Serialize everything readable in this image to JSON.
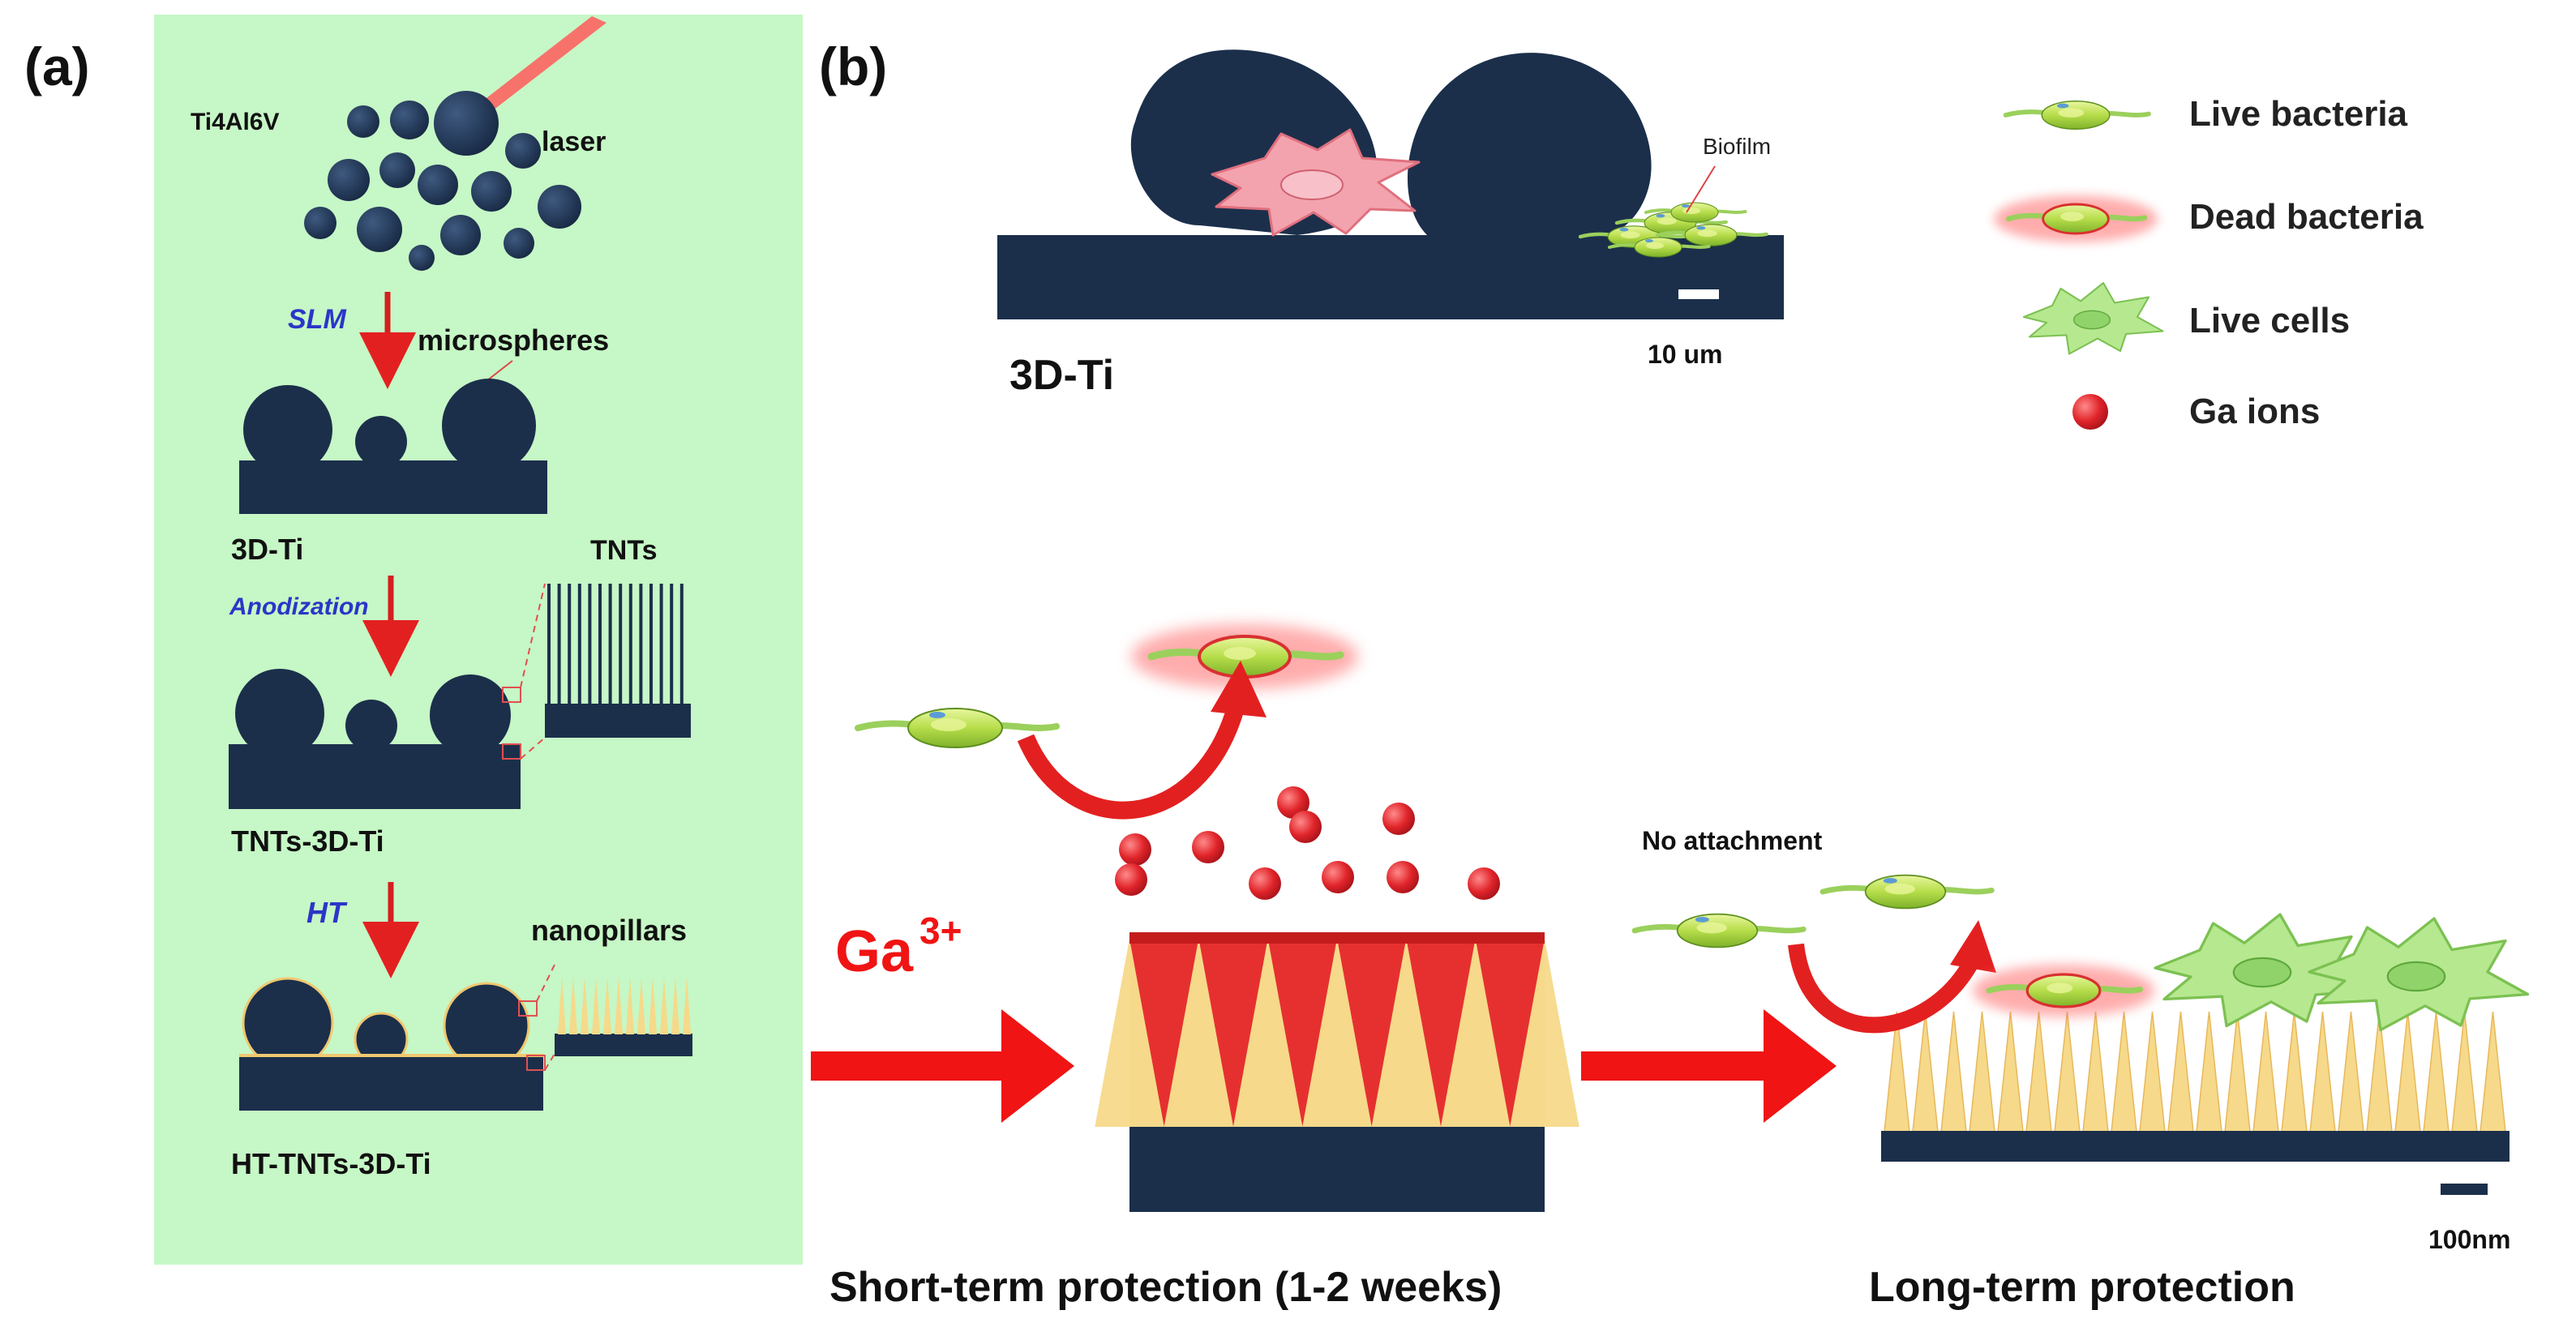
{
  "panel_a": {
    "label": "(a)",
    "alloy": "Ti4Al6V",
    "laser": "laser",
    "step_slm": "SLM",
    "microspheres": "microspheres",
    "stage1": "3D-Ti",
    "step_anodization": "Anodization",
    "tnts": "TNTs",
    "stage2": "TNTs-3D-Ti",
    "step_ht": "HT",
    "nanopillars": "nanopillars",
    "stage3": "HT-TNTs-3D-Ti"
  },
  "panel_b": {
    "label": "(b)",
    "biofilm": "Biofilm",
    "scale_top": "10 um",
    "title_3dti": "3D-Ti",
    "legend": [
      {
        "label": "Live bacteria",
        "icon": "live-bacteria-icon"
      },
      {
        "label": "Dead bacteria",
        "icon": "dead-bacteria-icon"
      },
      {
        "label": "Live cells",
        "icon": "live-cell-icon"
      },
      {
        "label": "Ga ions",
        "icon": "ga-ion-icon"
      }
    ],
    "ga_base": "Ga",
    "ga_sup": "3+",
    "no_attachment": "No attachment",
    "scale_bottom": "100nm",
    "caption_short": "Short-term protection (1-2 weeks)",
    "caption_long": "Long-term protection"
  },
  "colors": {
    "navy": "#1b2f4b",
    "panel_bg": "#c6f7c6",
    "arrow_red": "#f01414",
    "pillar_yellow": "#f6d98a",
    "ga_red": "#e0242a",
    "cell_green": "#a9e37b",
    "dead_red": "#f04a4a",
    "step_blue": "#2b35c8"
  }
}
